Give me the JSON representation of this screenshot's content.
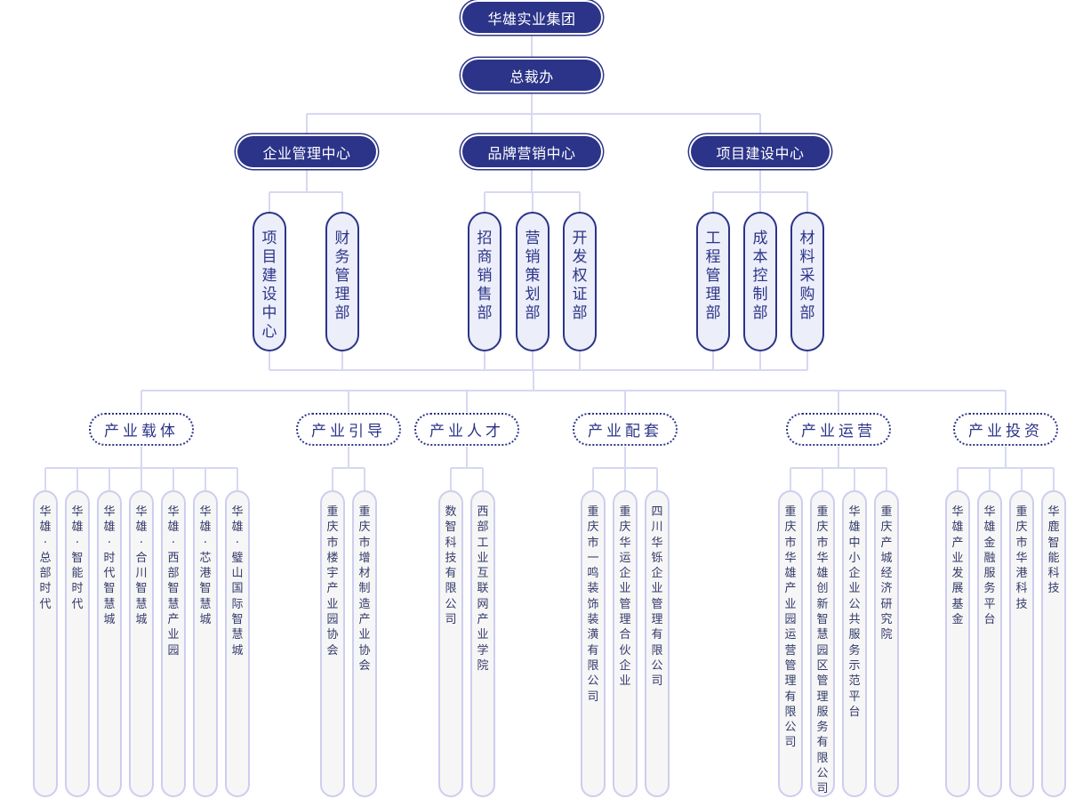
{
  "colors": {
    "primary": "#2b3488",
    "line": "#d6d8f3",
    "leaf_border": "#cdcdf0",
    "leaf_bg": "#f6f6f6",
    "pill_bg": "#eceef9"
  },
  "nodes": {
    "root": "华雄实业集团",
    "office": "总裁办",
    "centers": [
      {
        "label": "企业管理中心",
        "departments": [
          "项目建设中心",
          "财务管理部"
        ]
      },
      {
        "label": "品牌营销中心",
        "departments": [
          "招商销售部",
          "营销策划部",
          "开发权证部"
        ]
      },
      {
        "label": "项目建设中心",
        "departments": [
          "工程管理部",
          "成本控制部",
          "材料采购部"
        ]
      }
    ],
    "groups": [
      {
        "label": "产业载体",
        "items": [
          "华雄·总部时代",
          "华雄·智能时代",
          "华雄·时代智慧城",
          "华雄·合川智慧城",
          "华雄·西部智慧产业园",
          "华雄·芯港智慧城",
          "华雄·璧山国际智慧城"
        ]
      },
      {
        "label": "产业引导",
        "items": [
          "重庆市楼宇产业园协会",
          "重庆市增材制造产业协会"
        ]
      },
      {
        "label": "产业人才",
        "items": [
          "数智科技有限公司",
          "西部工业互联网产业学院"
        ]
      },
      {
        "label": "产业配套",
        "items": [
          "重庆市一鸣装饰装潢有限公司",
          "重庆华运企业管理合伙企业",
          "四川华铄企业管理有限公司"
        ]
      },
      {
        "label": "产业运营",
        "items": [
          "重庆市华雄产业园运营管理有限公司",
          "重庆市华雄创新智慧园区管理服务有限公司",
          "华雄中小企业公共服务示范平台",
          "重庆产城经济研究院"
        ]
      },
      {
        "label": "产业投资",
        "items": [
          "华雄产业发展基金",
          "华雄金融服务平台",
          "重庆市华港科技",
          "华鹿智能科技"
        ]
      }
    ]
  }
}
